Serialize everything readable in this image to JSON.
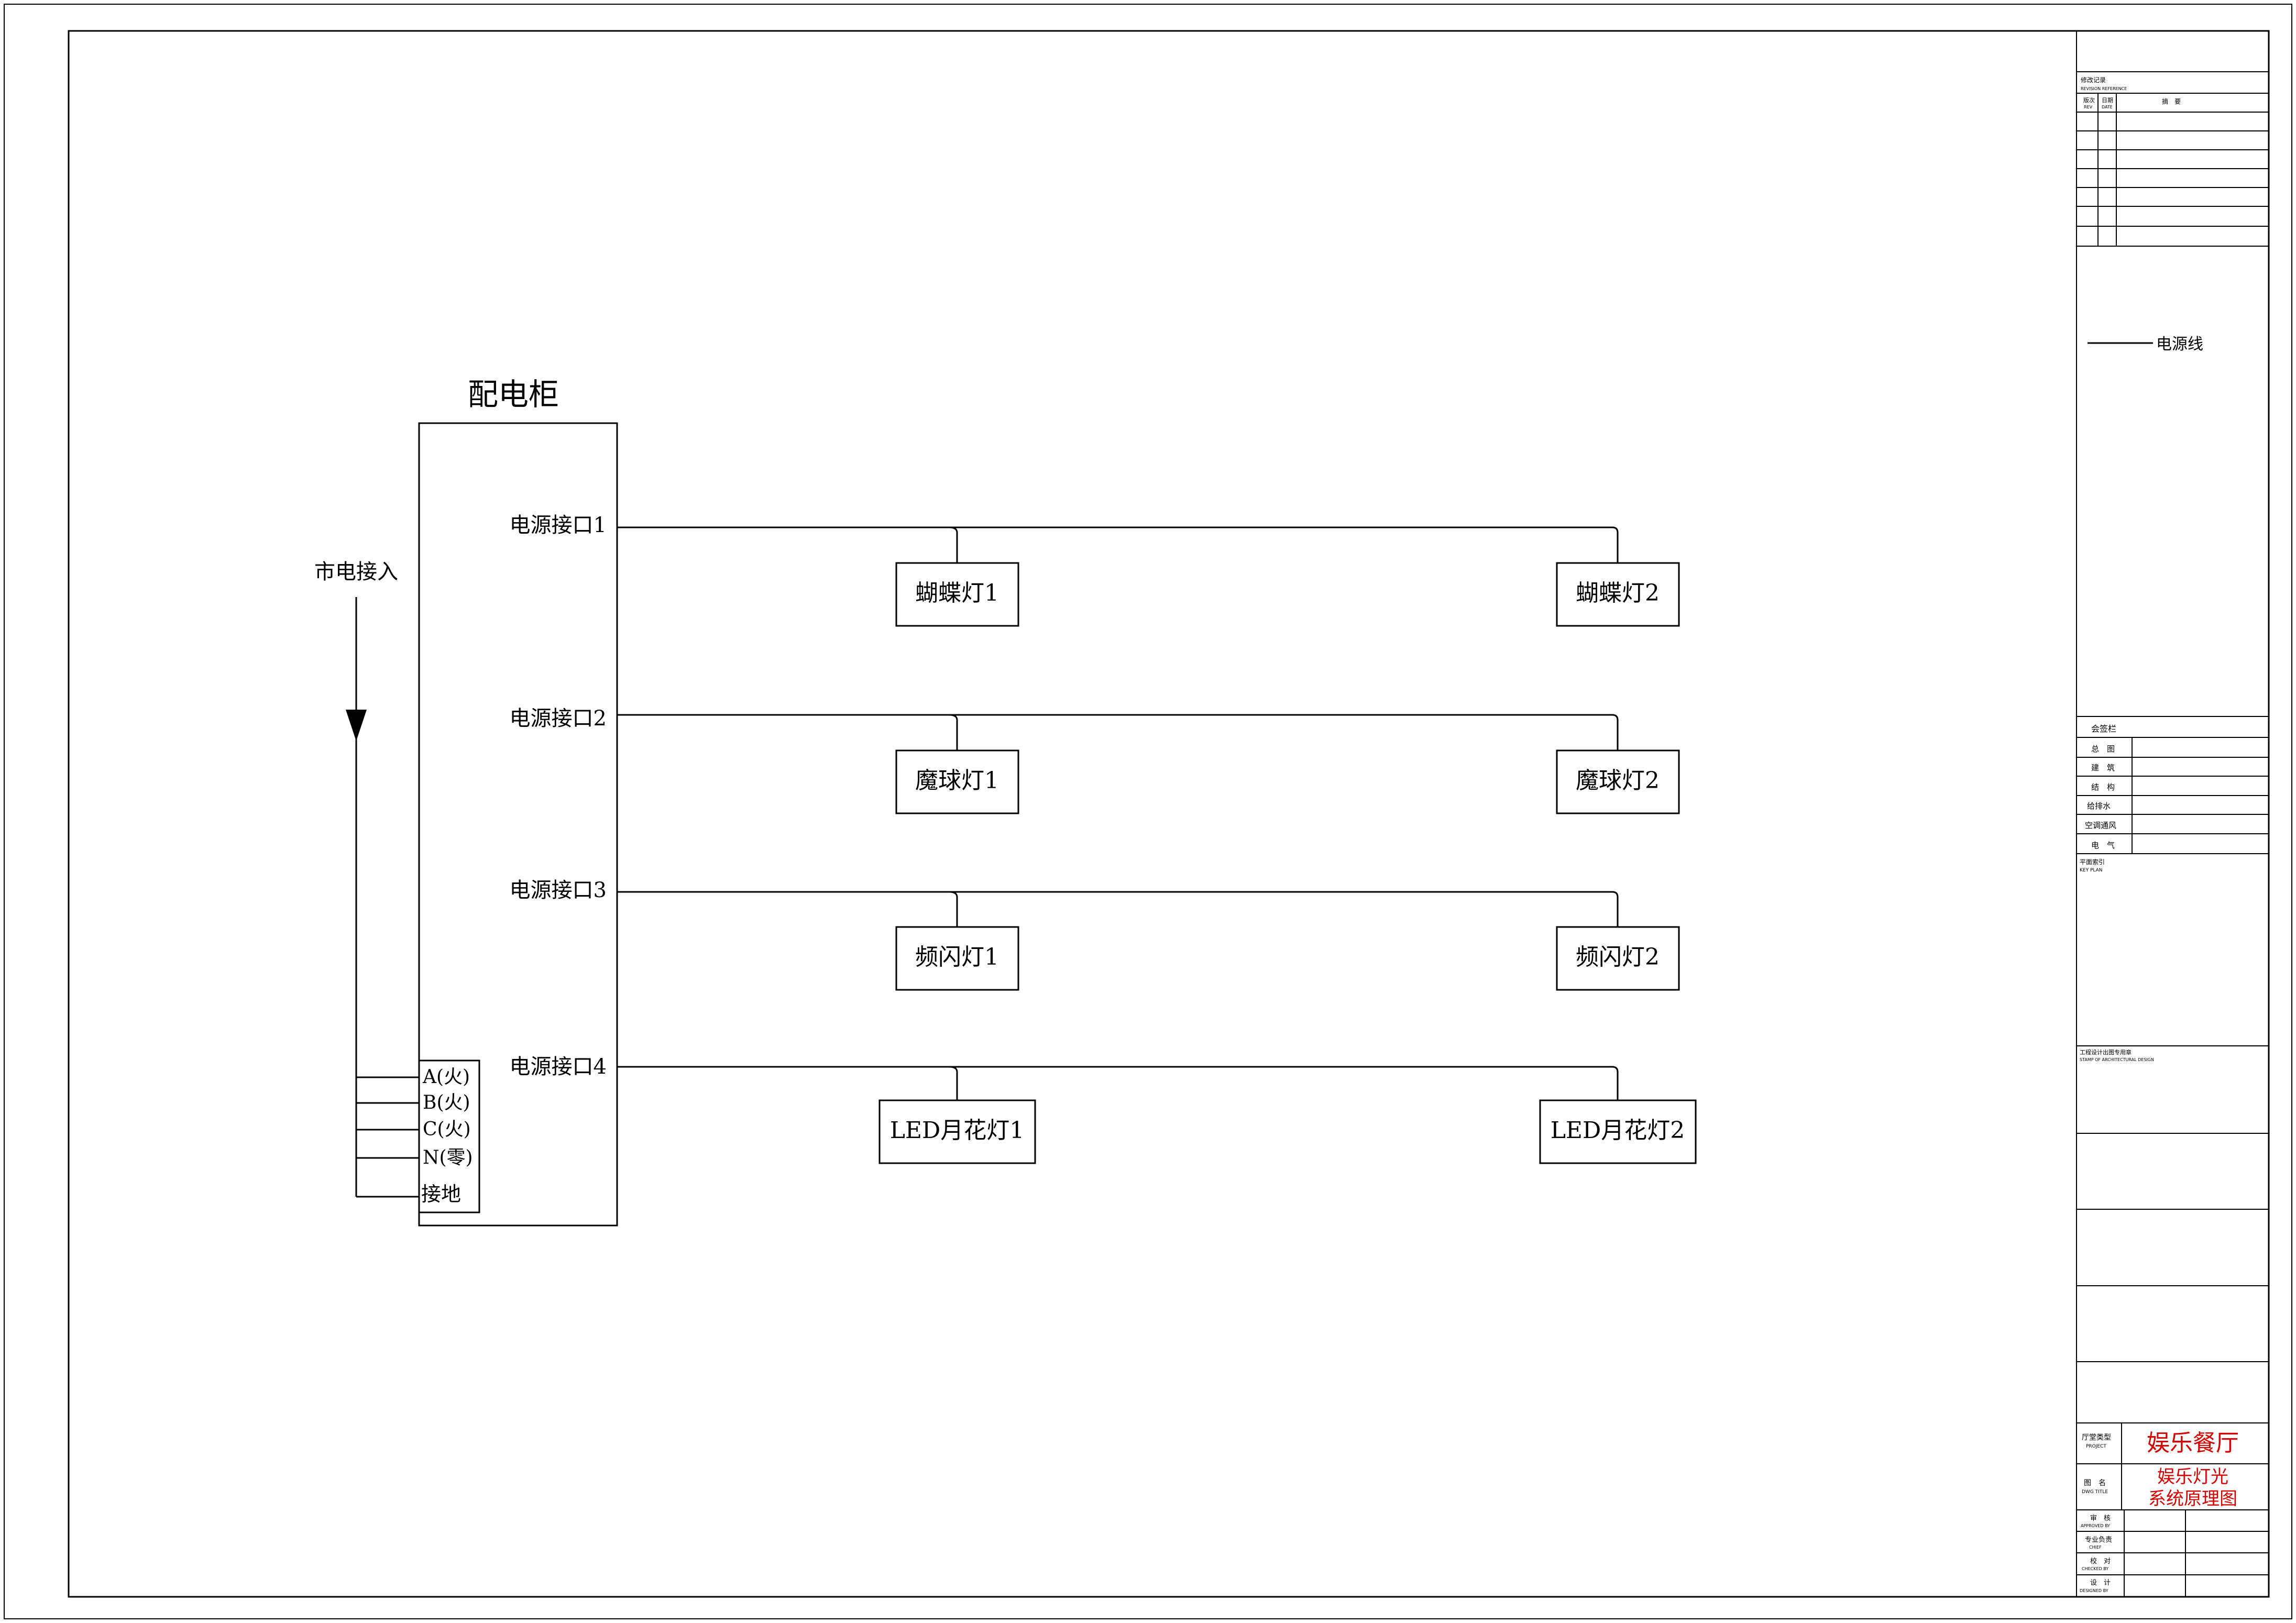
{
  "cabinet": {
    "title": "配电柜",
    "ports": [
      "电源接口1",
      "电源接口2",
      "电源接口3",
      "电源接口4"
    ],
    "terminals": [
      "A(火)",
      "B(火)",
      "C(火)",
      "N(零)",
      "接地"
    ]
  },
  "mains_label": "市电接入",
  "lamps": [
    [
      "蝴蝶灯1",
      "蝴蝶灯2"
    ],
    [
      "魔球灯1",
      "魔球灯2"
    ],
    [
      "频闪灯1",
      "频闪灯2"
    ],
    [
      "LED月花灯1",
      "LED月花灯2"
    ]
  ],
  "legend": {
    "power_line": "电源线"
  },
  "title_block": {
    "revision_header": "修改记录",
    "revision_header_en": "REVISION REFERENCE",
    "rev_col": "版次",
    "rev_col_en": "REV",
    "date_col": "日期",
    "date_col_en": "DATE",
    "remarks_col": "摘　要",
    "signoff_header": "会签栏",
    "disciplines": [
      "总　图",
      "建　筑",
      "结　构",
      "给排水",
      "空调通风",
      "电　气"
    ],
    "key_plan": "平面索引",
    "key_plan_en": "KEY PLAN",
    "stamp": "工程设计出图专用章",
    "stamp_en": "STAMP OF ARCHITECTURAL DESIGN",
    "project_label": "厅堂类型",
    "project_label_en": "PROJECT",
    "project_name": "娱乐餐厅",
    "drawing_label": "图　名",
    "drawing_label_en": "DWG TITLE",
    "drawing_title_line1": "娱乐灯光",
    "drawing_title_line2": "系统原理图",
    "approvals": [
      {
        "cn": "审　核",
        "en": "APPROVED BY"
      },
      {
        "cn": "专业负责",
        "en": "CHIEF"
      },
      {
        "cn": "校　对",
        "en": "CHECKED BY"
      },
      {
        "cn": "设　计",
        "en": "DESIGNED BY"
      }
    ]
  }
}
